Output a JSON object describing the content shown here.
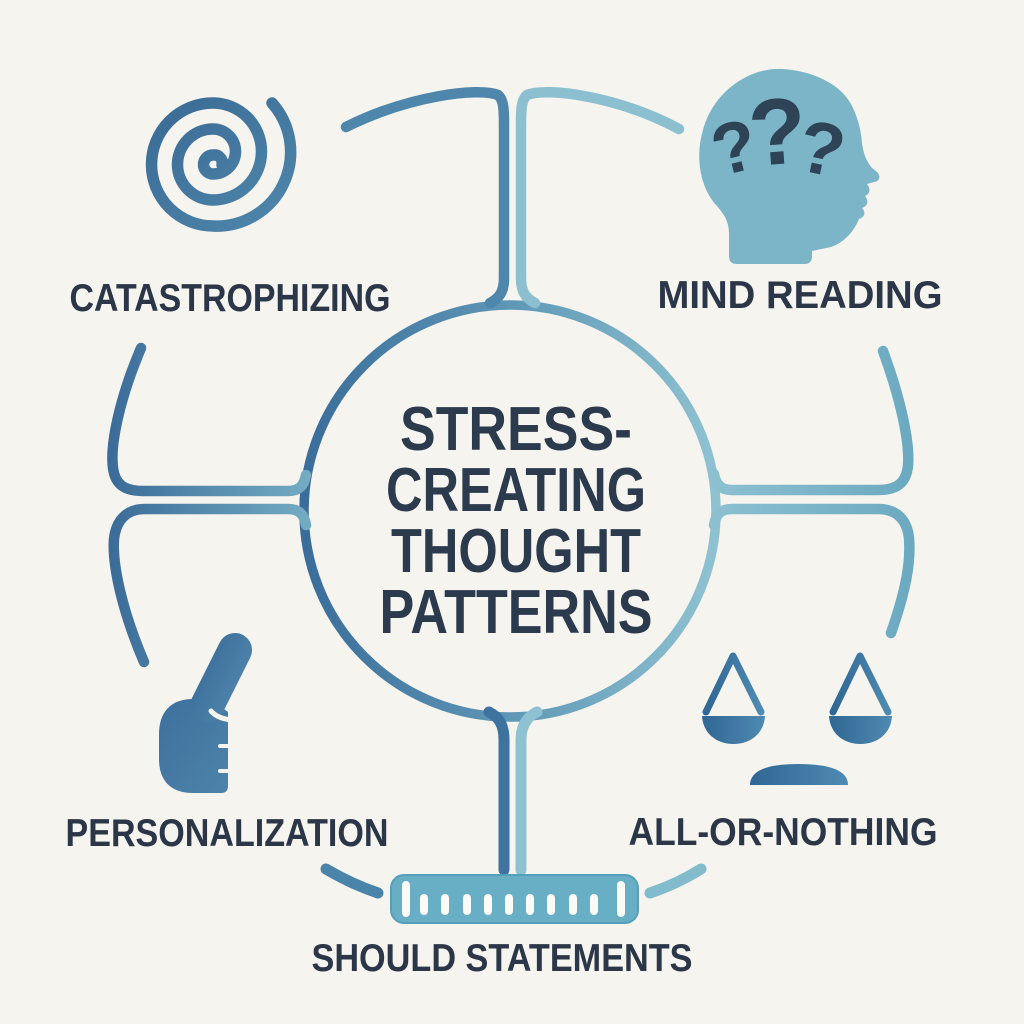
{
  "title": {
    "line1": "STRESS-",
    "line2": "CREATING",
    "line3": "THOUGHT",
    "line4": "PATTERNS"
  },
  "labels": {
    "top_left": "CATASTROPHIZING",
    "top_right": "MIND READING",
    "bottom_left": "PERSONALIZATION",
    "bottom_right": "ALL-OR-NOTHING",
    "bottom_center": "SHOULD STATEMENTS"
  },
  "icons": {
    "top_left": "spiral-icon",
    "top_right": "head-with-question-marks-icon",
    "bottom_left": "pointing-hand-icon",
    "bottom_right": "balance-scale-icon",
    "bottom_center": "ruler-icon",
    "question_mark": "?"
  },
  "colors": {
    "background": "#f6f4ef",
    "text_dark": "#2b3748",
    "title_dark": "#2c3a4e",
    "steel_blue_dark": "#3c6d99",
    "steel_blue": "#4f87ac",
    "light_blue": "#8cc0d1",
    "teal_blue": "#6caac1",
    "head_fill": "#7cb4c8",
    "ruler_fill": "#68aec5",
    "question_mark_color": "#2e4355",
    "tick_white": "#fafaf6"
  }
}
